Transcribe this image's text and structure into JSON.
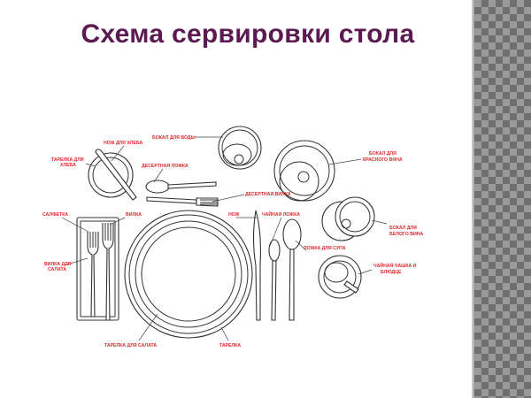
{
  "title": "Схема сервировки стола",
  "labels": {
    "water_glass": "БОКАЛ ДЛЯ ВОДЫ",
    "bread_knife": "НОЖ ДЛЯ ХЛЕБА",
    "bread_plate_1": "ТАРЕЛКА ДЛЯ",
    "bread_plate_2": "ХЛЕБА",
    "dessert_spoon": "ДЕСЕРТНАЯ ЛОЖКА",
    "red_wine_1": "БОКАЛ ДЛЯ",
    "red_wine_2": "КРАСНОГО ВИНА",
    "dessert_fork": "ДЕСЕРТНАЯ ВИЛКА",
    "napkin": "САЛФЕТКА",
    "fork": "ВИЛКА",
    "knife": "НОЖ",
    "teaspoon": "ЧАЙНАЯ ЛОЖКА",
    "white_wine_1": "БОКАЛ ДЛЯ",
    "white_wine_2": "БЕЛОГО ВИНА",
    "soup_spoon": "ЛОЖКА ДЛЯ СУПА",
    "salad_fork_1": "ВИЛКА ДЛЯ",
    "salad_fork_2": "САЛАТА",
    "tea_cup_1": "ЧАЙНАЯ ЧАШКА И",
    "tea_cup_2": "БЛЮДЦЕ",
    "salad_plate": "ТАРЕЛКА ДЛЯ САЛАТА",
    "plate": "ТАРЕЛКА"
  },
  "colors": {
    "title": "#5b1a52",
    "labels": "#e3272d"
  }
}
